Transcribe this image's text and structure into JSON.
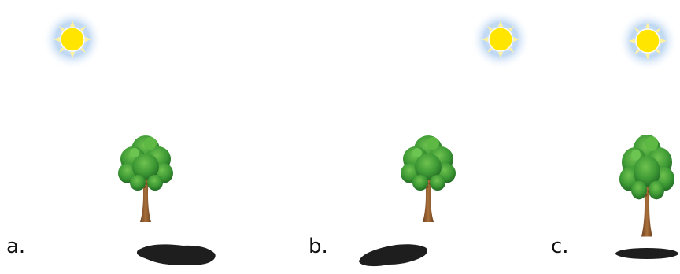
{
  "panels": [
    {
      "id": "a",
      "label": "a.",
      "sun_position": "upper-left",
      "shadow_direction": "right"
    },
    {
      "id": "b",
      "label": "b.",
      "sun_position": "upper-right",
      "shadow_direction": "left"
    },
    {
      "id": "c",
      "label": "c.",
      "sun_position": "overhead",
      "shadow_direction": "below"
    }
  ],
  "icons": {
    "sun": "sun-icon",
    "tree": "tree-icon",
    "shadow": "shadow-icon"
  },
  "colors": {
    "sun_core": "#ffe500",
    "sun_halo": "#bcd6f3",
    "foliage_dark": "#2d7a2d",
    "foliage_light": "#4aa83a",
    "trunk": "#8b5a2b",
    "shadow": "#1e1e1e",
    "label": "#111111"
  }
}
